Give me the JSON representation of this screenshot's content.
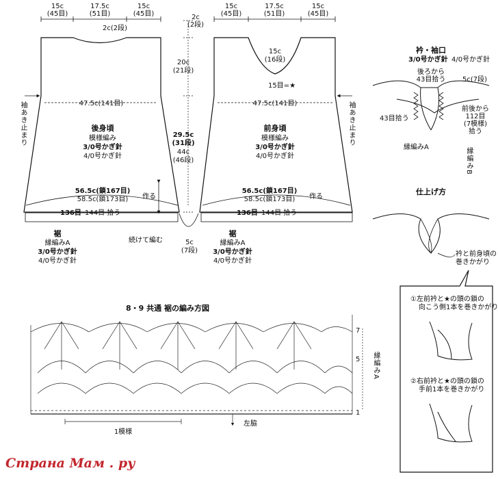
{
  "top_measure": {
    "left": [
      "15c",
      "(45目)"
    ],
    "mid": [
      "17.5c",
      "(51目)"
    ],
    "right": [
      "15c",
      "(45目)"
    ]
  },
  "back_body": {
    "shoulder_drop": "2c(2段)",
    "armhole": "袖あき止まり",
    "width": "47.5c(141目)",
    "title": "後身頃",
    "pattern": "模様編み",
    "hook1": "3/0号かぎ針",
    "hook2": "4/0号かぎ針",
    "hem_width1": "56.5c(鎖167目)",
    "hem_width2": "58.5c(鎖173目)",
    "make": "作る",
    "pickup_num": "136目",
    "pickup_rest": "144目 拾う"
  },
  "center_measures": {
    "top1": "2c",
    "top2": "(2段)",
    "len1": "20c",
    "len2": "(21段)",
    "total1": "29.5c",
    "total2": "(31段)",
    "total3": "44c",
    "total4": "(46段)",
    "hem1": "5c",
    "hem2": "(7段)",
    "continue": "続けて編む"
  },
  "front_body": {
    "neck1": "15c",
    "neck2": "(16段)",
    "mark": "15目=★",
    "width": "47.5c(141目)",
    "title": "前身頃",
    "pattern": "模様編み",
    "hook1": "3/0号かぎ針",
    "hook2": "4/0号かぎ針",
    "hem_width1": "56.5c(鎖167目)",
    "hem_width2": "58.5c(鎖173目)",
    "make": "作る",
    "pickup_num": "136目",
    "pickup_rest": "144目 拾う",
    "armhole": "袖あき止まり"
  },
  "hem_labels": {
    "left": {
      "title": "裾",
      "edge": "縁編みA",
      "hook1": "3/0号かぎ針",
      "hook2": "4/0号かぎ針"
    },
    "right": {
      "title": "裾",
      "edge": "縁編みA",
      "hook1": "3/0号かぎ針",
      "hook2": "4/0号かぎ針"
    }
  },
  "collar": {
    "title": "衿・袖口",
    "hook1": "3/0号かぎ針",
    "hook2": "4/0号かぎ針",
    "back1": "後ろから",
    "back2": "43目拾う",
    "side": "5c(7段)",
    "left_pick": "43目拾う",
    "front1": "前後から",
    "front2": "112目",
    "front3": "(7模様)",
    "front4": "拾う",
    "edge_left": "縁編みA",
    "edge_right": "縁編みB"
  },
  "finish": {
    "title": "仕上げ方",
    "note1": "衿と前身頃の",
    "note2": "巻きかがり",
    "step1a": "①左前衿と★の頭の鎖の",
    "step1b": "向こう側1本を巻きかがり",
    "step2a": "②右前衿と★の頭の鎖の",
    "step2b": "手前1本を巻きかがり"
  },
  "chart": {
    "title": "8・9 共通 裾の編み方図",
    "row7": "7",
    "row5": "5",
    "row1": "1",
    "edge_label": "縁編みA",
    "repeat": "1模様",
    "side_seam": "左脇"
  },
  "watermark": "Страна Мам . ру"
}
